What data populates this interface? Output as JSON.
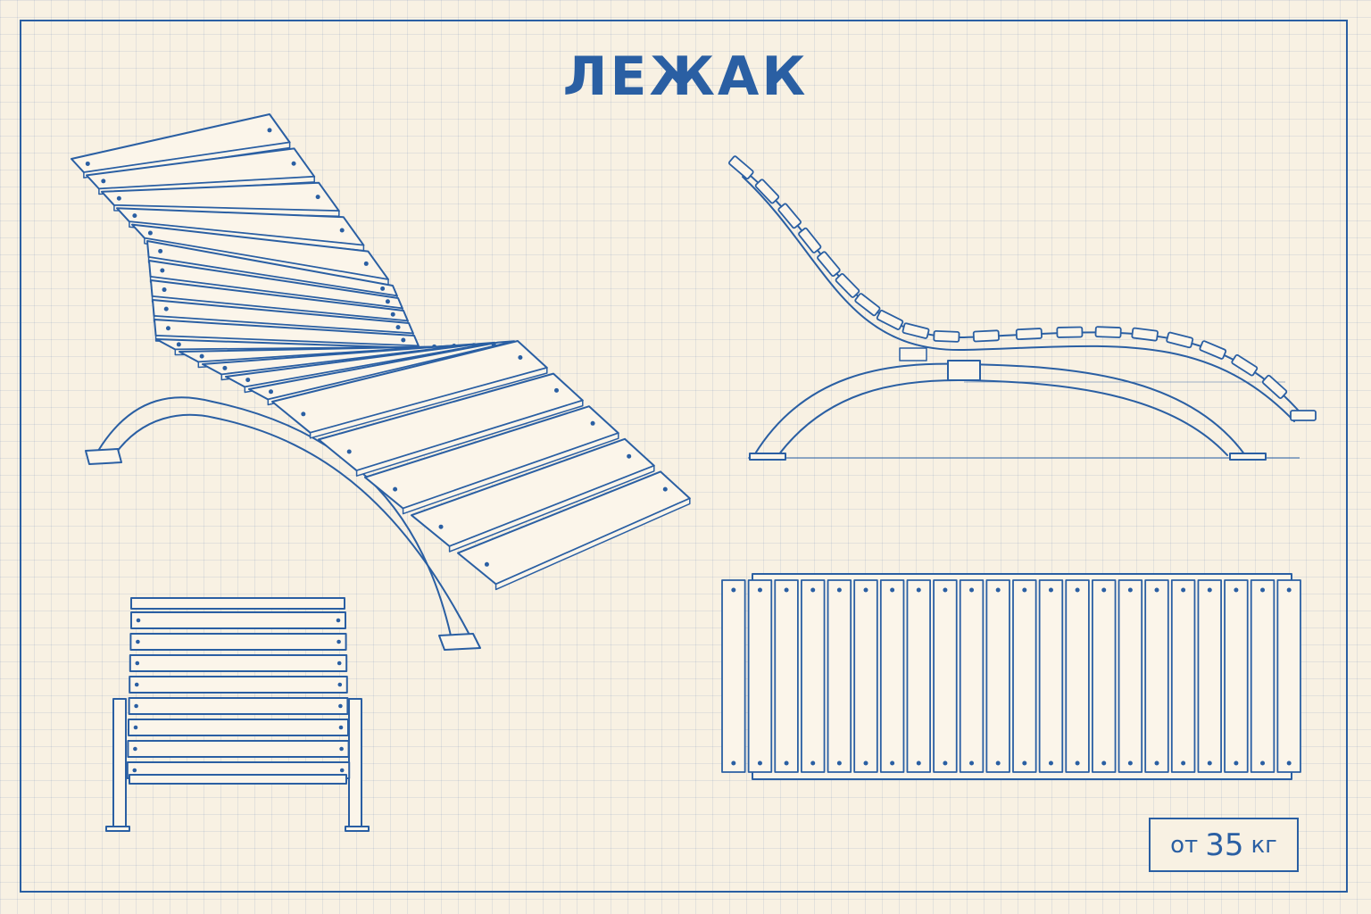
{
  "title": "ЛЕЖАК",
  "weight": {
    "prefix": "от",
    "value": "35",
    "unit": "кг"
  },
  "views": [
    {
      "name": "perspective",
      "slat_count": 20
    },
    {
      "name": "side",
      "slat_count": 20
    },
    {
      "name": "front",
      "slat_count": 8
    },
    {
      "name": "top",
      "slat_count": 22
    }
  ],
  "colors": {
    "line": "#2a5fa3",
    "paper": "#f8f1e3",
    "wood": "#fbf5ea",
    "grid": "#dfe3e6"
  }
}
